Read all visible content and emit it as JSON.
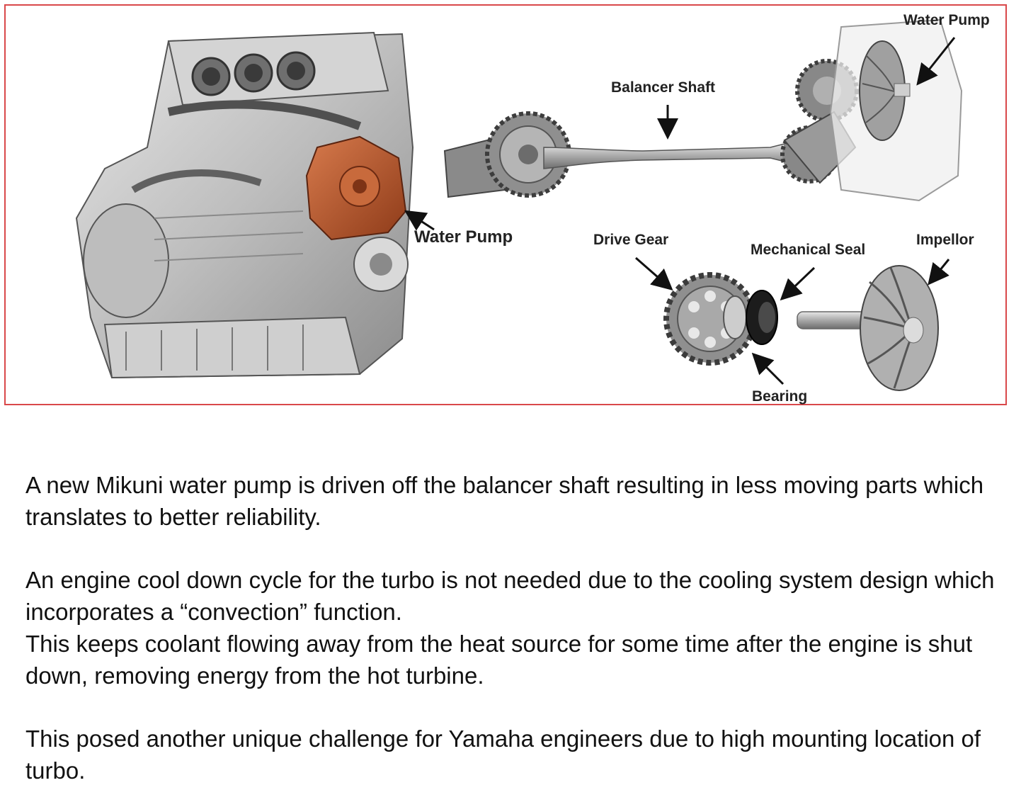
{
  "diagram": {
    "labels": {
      "water_pump_top": "Water Pump",
      "balancer_shaft": "Balancer Shaft",
      "water_pump_engine": "Water Pump",
      "drive_gear": "Drive Gear",
      "mechanical_seal": "Mechanical Seal",
      "impellor": "Impellor",
      "bearing": "Bearing"
    },
    "colors": {
      "frame_border": "#d9484a",
      "water_pump_highlight": "#b8532a",
      "engine_metal": "#c9c9c9"
    }
  },
  "text": {
    "para1": "A new Mikuni water pump is driven off the balancer shaft resulting in less moving parts which translates to better reliability.",
    "para2_line1": "An engine cool down cycle for the turbo is not needed due to the cooling system design which incorporates a “convection” function.",
    "para2_line2": "This keeps coolant flowing away from the heat source for some time after the engine is shut down, removing energy from the hot turbine.",
    "para3": "This posed another unique challenge for Yamaha engineers due to high mounting location of turbo."
  }
}
